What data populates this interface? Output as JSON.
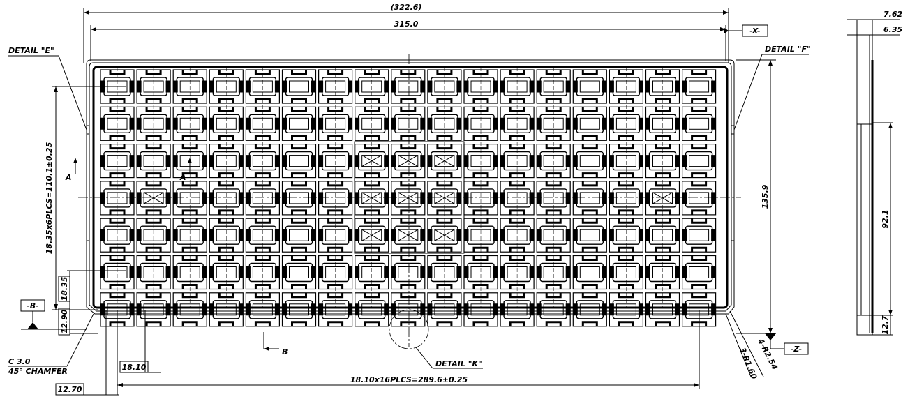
{
  "drawing": {
    "tray": {
      "rows": 7,
      "cols": 17
    },
    "crossed_pockets": [
      [
        2,
        7
      ],
      [
        2,
        8
      ],
      [
        2,
        9
      ],
      [
        3,
        1
      ],
      [
        3,
        7
      ],
      [
        3,
        8
      ],
      [
        3,
        9
      ],
      [
        3,
        15
      ],
      [
        4,
        7
      ],
      [
        4,
        8
      ],
      [
        4,
        9
      ]
    ],
    "dimensions": {
      "overall_width": "(322.6)",
      "width": "315.0",
      "height": "135.9",
      "side_total": "7.62",
      "side_step": "6.35",
      "side_mid": "92.1",
      "side_bottom": "12.7",
      "row_pitch_total": "18.35x6PLCS=110.1±0.25",
      "row_pitch": "18.35",
      "bottom_offset": "12.90",
      "col_pitch": "18.10",
      "left_offset": "12.70",
      "col_pitch_total": "18.10x16PLCS=289.6±0.25",
      "corner_radius_outer": "4-R2.54",
      "corner_radius_inner": "3-R1.60",
      "chamfer_line1": "C 3.0",
      "chamfer_line2": "45° CHAMFER"
    },
    "labels": {
      "detail_e": "DETAIL \"E\"",
      "detail_f": "DETAIL \"F\"",
      "detail_k": "DETAIL \"K\"",
      "datum_x": "-X-",
      "datum_b": "-B-",
      "datum_z": "-Z-",
      "section_a": "A",
      "section_a2": "A",
      "section_b": "B"
    }
  }
}
